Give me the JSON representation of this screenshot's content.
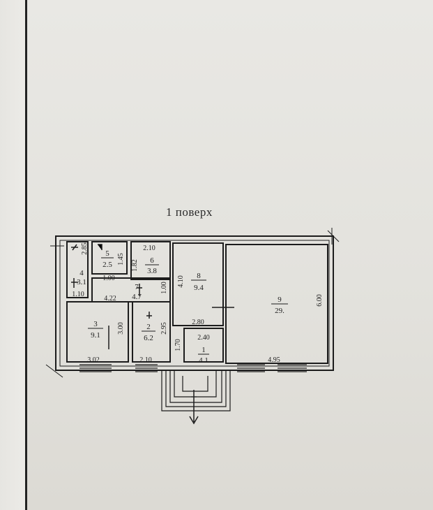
{
  "floor_title": "1 поверх",
  "rooms": [
    {
      "number": "1",
      "area": "4.1"
    },
    {
      "number": "2",
      "area": "6.2"
    },
    {
      "number": "3",
      "area": "9.1"
    },
    {
      "number": "4",
      "area": "3.1"
    },
    {
      "number": "5",
      "area": "2.5"
    },
    {
      "number": "6",
      "area": "3.8"
    },
    {
      "number": "7",
      "area": "4.7"
    },
    {
      "number": "8",
      "area": "9.4"
    },
    {
      "number": "9",
      "area": "29."
    }
  ],
  "dimensions": {
    "d_2_85": "2.85",
    "d_1_45": "1.45",
    "d_2_10_top": "2.10",
    "d_1_82": "1.82",
    "d_1_00": "1.00",
    "d_1_10": "1.10",
    "d_4_22": "4.22",
    "d_1_00_v": "1.00",
    "d_4_10": "4.10",
    "d_3_00": "3.00",
    "d_2_95": "2.95",
    "d_2_80": "2.80",
    "d_2_40": "2.40",
    "d_1_70": "1.70",
    "d_3_02": "3.02",
    "d_2_10_bottom": "2.10",
    "d_6_00": "6.00",
    "d_4_95": "4.95"
  }
}
